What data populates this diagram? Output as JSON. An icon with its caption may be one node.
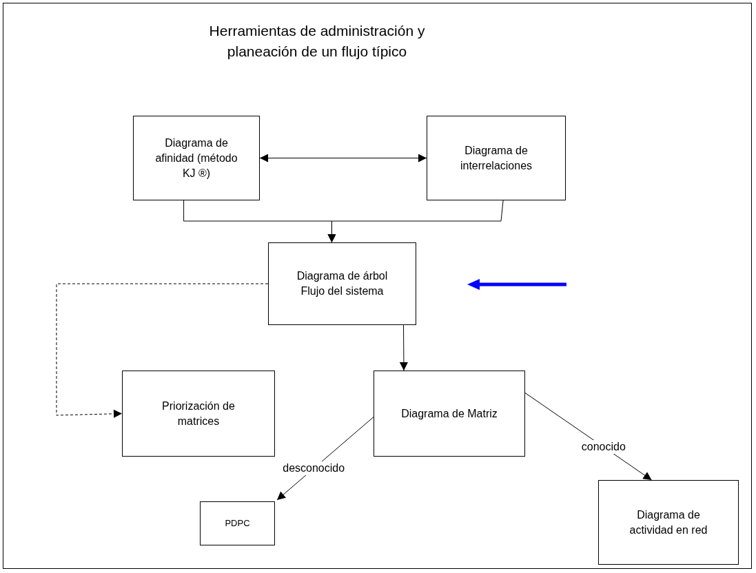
{
  "diagram": {
    "title": "Herramientas de administración y planeación de un flujo típico",
    "nodes": [
      {
        "text": [
          "Diagrama de afinidad (método KJ ®)"
        ]
      },
      {
        "text": [
          "Diagrama de interrelaciones"
        ]
      },
      {
        "text": [
          "Diagrama de árbol Flujo del sistema"
        ]
      },
      {
        "text": [
          "Priorización de matrices"
        ]
      },
      {
        "text": [
          "Diagrama de Matriz"
        ]
      },
      {
        "text": [
          "PDPC"
        ]
      },
      {
        "text": [
          "Diagrama de actividad en red"
        ]
      }
    ],
    "edges": [
      {
        "from": 0,
        "to": 1,
        "arrow": "both"
      },
      {
        "from": 0,
        "to": 2,
        "arrow": "to"
      },
      {
        "from": 1,
        "to": 2,
        "arrow": "to"
      },
      {
        "from": 2,
        "to": 3,
        "arrow": "to",
        "style": "dashed"
      },
      {
        "from": 2,
        "to": 4,
        "arrow": "to"
      },
      {
        "from": 4,
        "to": 5,
        "arrow": "to",
        "label": "desconocido"
      },
      {
        "from": 4,
        "to": 6,
        "arrow": "to",
        "label": "conocido"
      }
    ]
  }
}
